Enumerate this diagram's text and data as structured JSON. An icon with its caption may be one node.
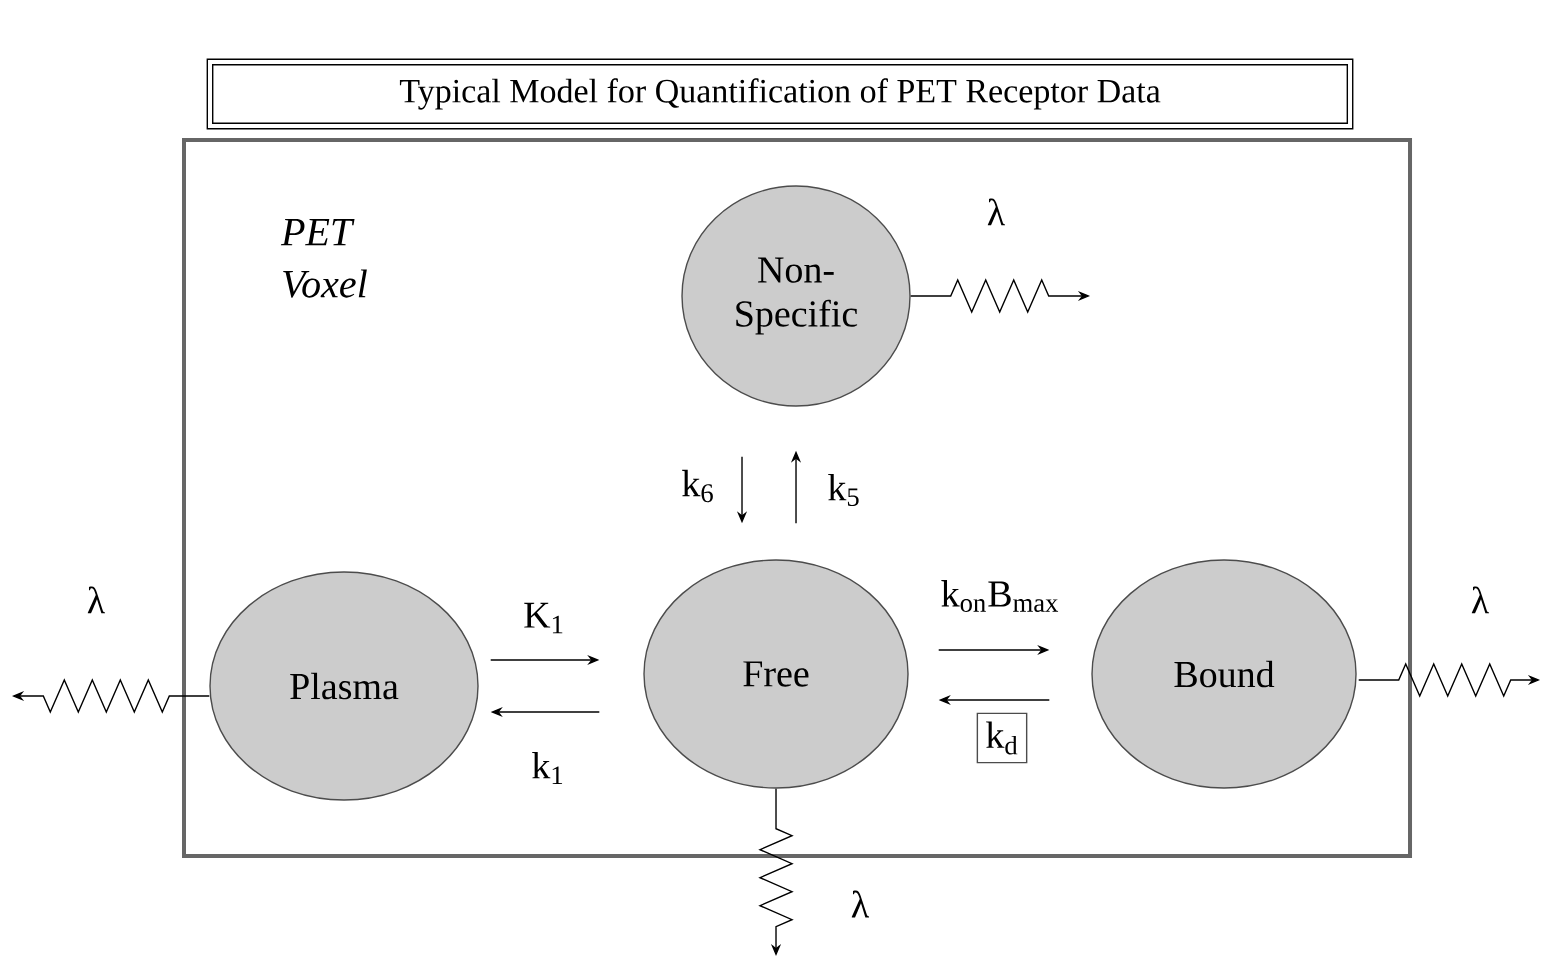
{
  "diagram": {
    "title": "Typical Model for Quantification of PET Receptor Data",
    "nodes": [
      {
        "text": [
          "PET Voxel"
        ]
      },
      {
        "text": [
          "Non- Specific"
        ],
        "in": 0
      },
      {
        "text": [
          "Plasma"
        ],
        "in": 0
      },
      {
        "text": [
          "Free"
        ],
        "in": 0
      },
      {
        "text": [
          "Bound"
        ],
        "in": 0
      }
    ],
    "edges": [
      {
        "from": 2,
        "to": 3,
        "arrow": "to",
        "label": "K$_{1}$"
      },
      {
        "from": 3,
        "to": 2,
        "arrow": "to",
        "label": "k$_{1}$"
      },
      {
        "from": 1,
        "to": 3,
        "arrow": "to",
        "label": "k$_{6}$"
      },
      {
        "from": 3,
        "to": 1,
        "arrow": "to",
        "label": "k$_{5}$"
      },
      {
        "from": 3,
        "to": 4,
        "arrow": "to",
        "label": "k$_{on}$B$_{max}$"
      },
      {
        "from": 4,
        "to": 3,
        "arrow": "to",
        "label": "k$_{d}$"
      },
      {
        "from": 1,
        "to": null,
        "arrow": "to",
        "label": "λ"
      },
      {
        "from": 2,
        "to": null,
        "arrow": "to",
        "label": "λ"
      },
      {
        "from": 3,
        "to": null,
        "arrow": "to",
        "label": "λ"
      },
      {
        "from": 4,
        "to": null,
        "arrow": "to",
        "label": "λ"
      }
    ]
  }
}
